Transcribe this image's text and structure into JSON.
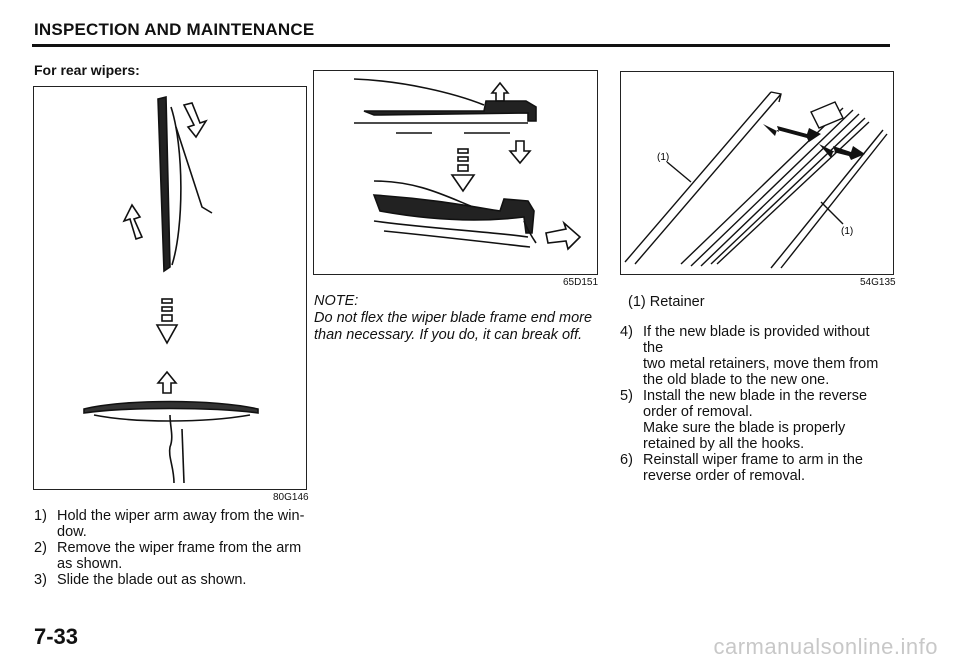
{
  "header": {
    "title": "INSPECTION AND MAINTENANCE"
  },
  "section": {
    "subtitle": "For rear wipers:"
  },
  "figure1": {
    "code": "80G146"
  },
  "figure2": {
    "code": "65D151"
  },
  "figure3": {
    "code": "54G135",
    "callout_a": "(1)",
    "callout_b": "(1)"
  },
  "steps_left": [
    {
      "num": "1)",
      "lines": [
        "Hold the wiper arm away from the win-",
        "dow."
      ]
    },
    {
      "num": "2)",
      "lines": [
        "Remove the wiper frame from the arm",
        "as shown."
      ]
    },
    {
      "num": "3)",
      "lines": [
        "Slide the blade out as shown."
      ]
    }
  ],
  "note": {
    "label": "NOTE:",
    "lines": [
      "Do not flex the wiper blade frame end more",
      "than necessary. If you do, it can break off."
    ]
  },
  "legend": "(1) Retainer",
  "steps_right": [
    {
      "num": "4)",
      "lines": [
        "If the new blade is provided without the",
        "two metal retainers, move them from",
        "the old blade to the new one."
      ]
    },
    {
      "num": "5)",
      "lines": [
        "Install the new blade in the reverse",
        "order of removal.",
        "Make sure the blade is properly",
        "retained by all the hooks."
      ]
    },
    {
      "num": "6)",
      "lines": [
        "Reinstall wiper frame to arm in the",
        "reverse order of removal."
      ]
    }
  ],
  "page_number": "7-33",
  "watermark": "carmanualsonline.info"
}
